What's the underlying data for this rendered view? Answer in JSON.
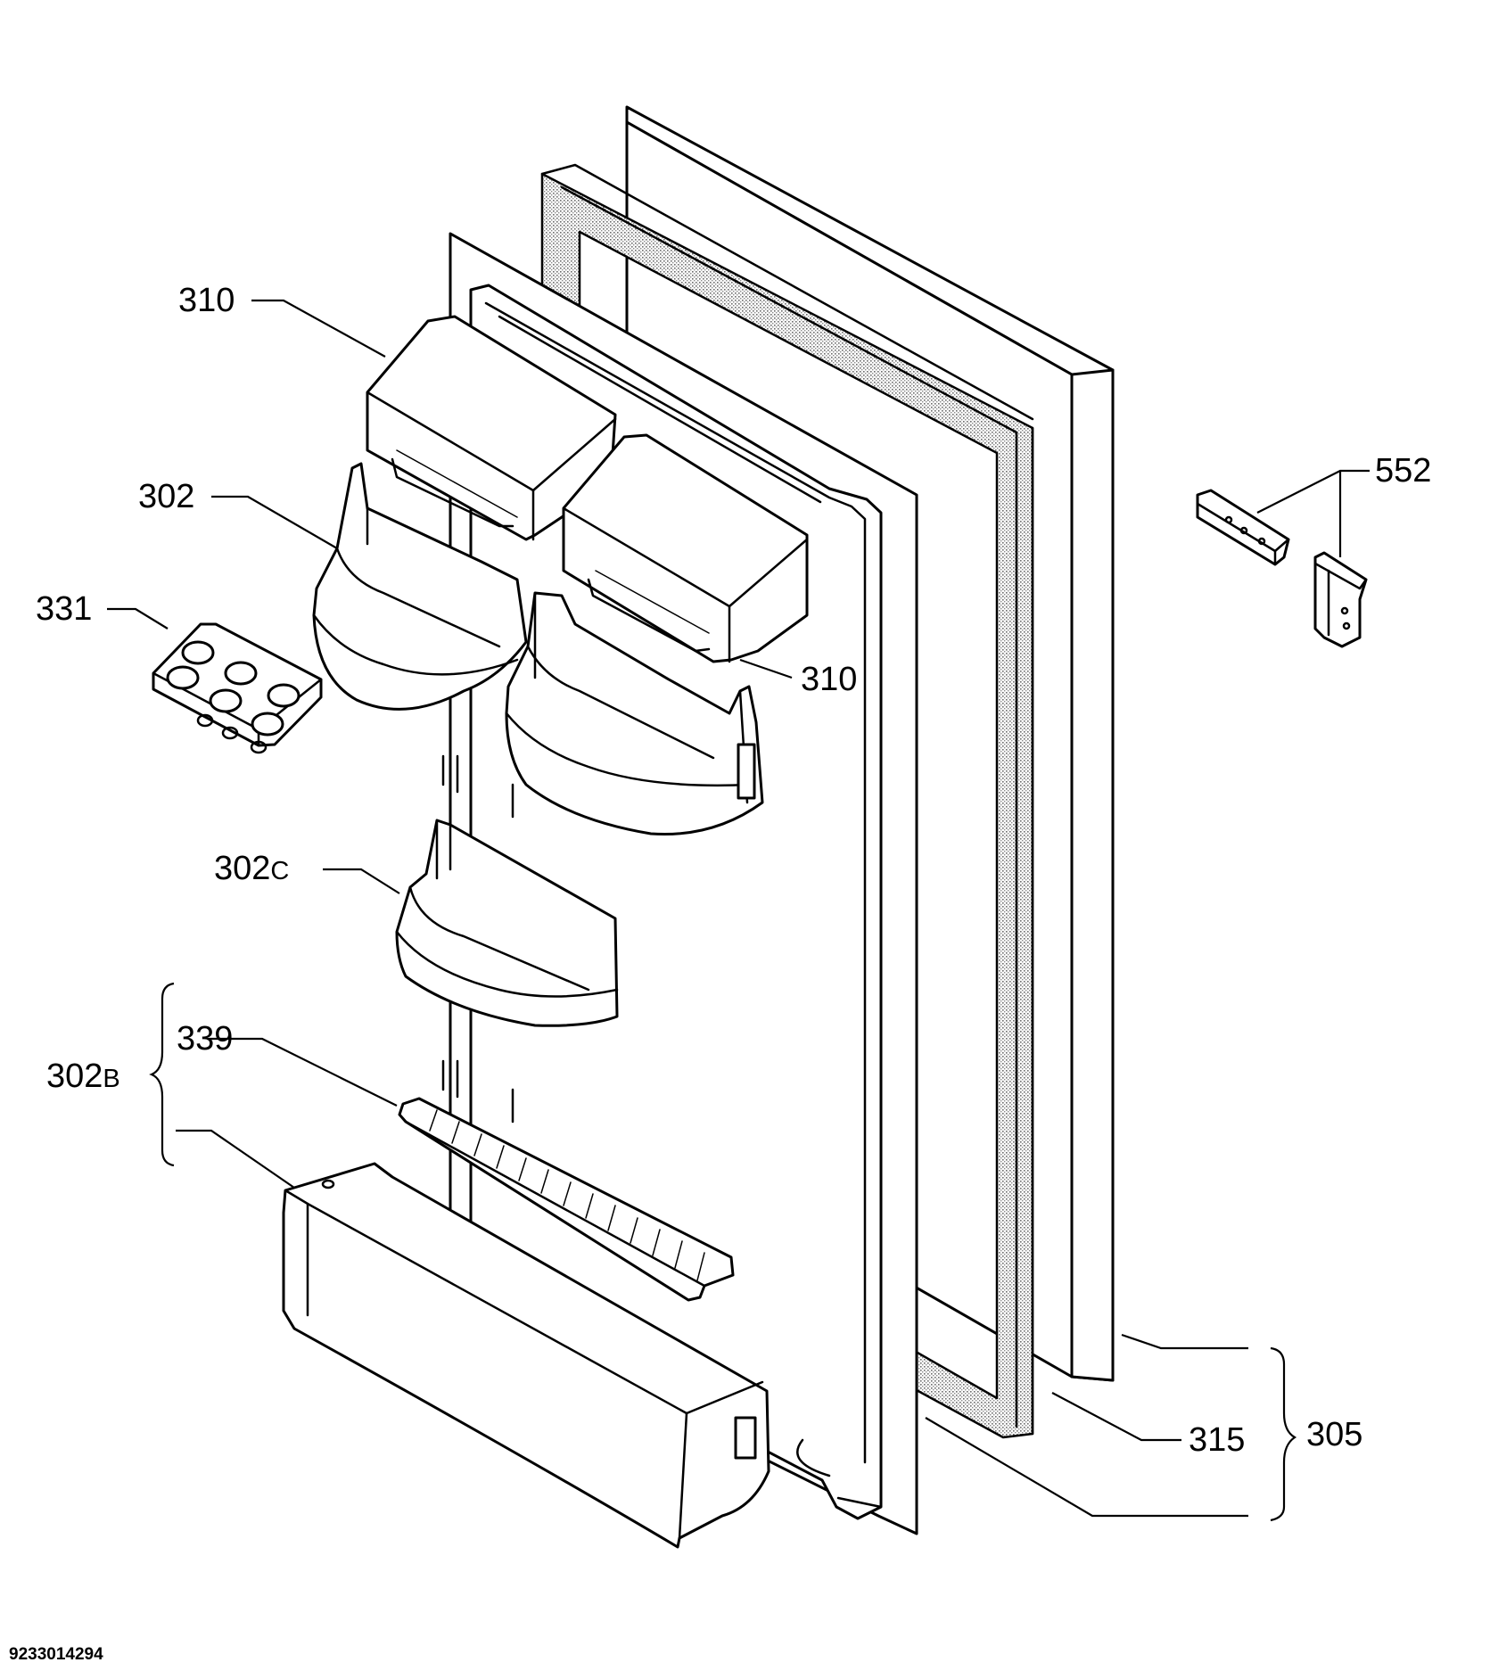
{
  "diagram": {
    "parts": [
      {
        "key": "p310a",
        "number": "310",
        "suffix": ""
      },
      {
        "key": "p302",
        "number": "302",
        "suffix": ""
      },
      {
        "key": "p331",
        "number": "331",
        "suffix": ""
      },
      {
        "key": "p310b",
        "number": "310",
        "suffix": ""
      },
      {
        "key": "p302c",
        "number": "302",
        "suffix": "C"
      },
      {
        "key": "p339",
        "number": "339",
        "suffix": ""
      },
      {
        "key": "p302b",
        "number": "302",
        "suffix": "B"
      },
      {
        "key": "p552",
        "number": "552",
        "suffix": ""
      },
      {
        "key": "p315",
        "number": "315",
        "suffix": ""
      },
      {
        "key": "p305",
        "number": "305",
        "suffix": ""
      }
    ],
    "document_number": "9233014294"
  }
}
